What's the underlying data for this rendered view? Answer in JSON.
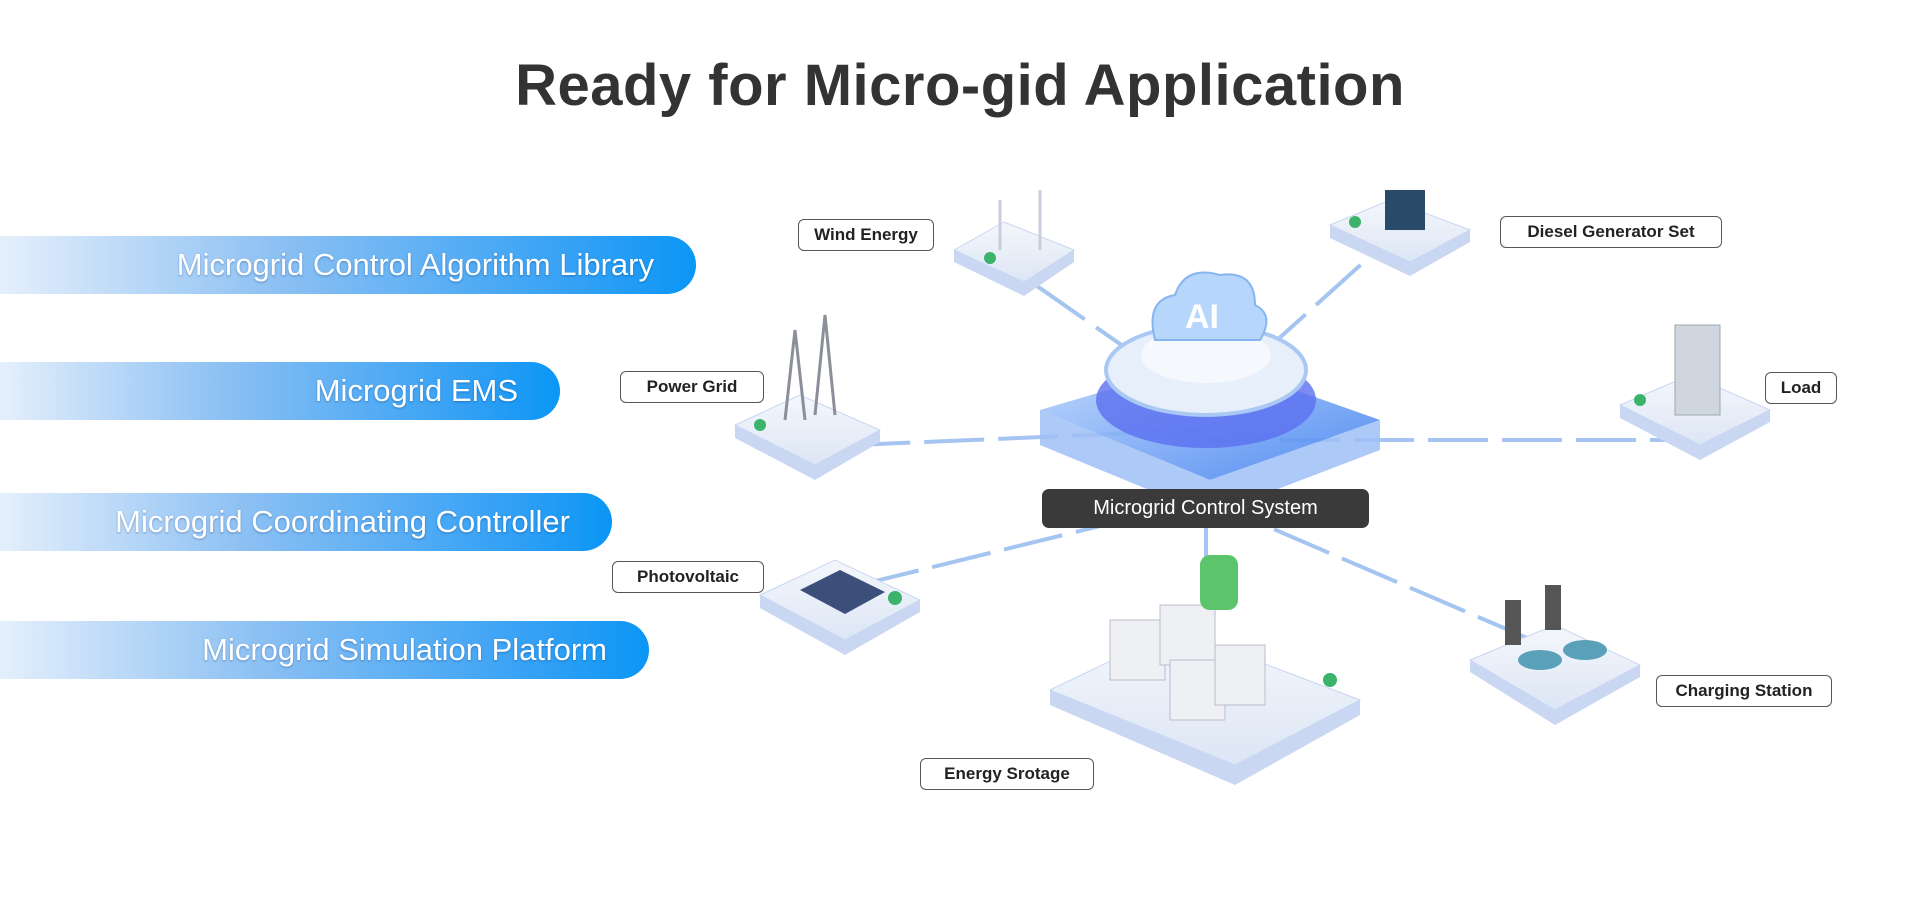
{
  "title": "Ready for Micro-gid Application",
  "features": [
    "Microgrid Control Algorithm Library",
    "Microgrid EMS",
    "Microgrid Coordinating Controller",
    "Microgrid Simulation Platform"
  ],
  "center": {
    "label": "Microgrid Control System",
    "badge": "AI"
  },
  "nodes": {
    "wind": "Wind Energy",
    "diesel": "Diesel Generator Set",
    "grid": "Power Grid",
    "load": "Load",
    "pv": "Photovoltaic",
    "charging": "Charging Station",
    "storage": "Energy Srotage"
  },
  "colors": {
    "accent": "#0a96f5",
    "title": "#333333",
    "center_label_bg": "#3a3a3a"
  }
}
